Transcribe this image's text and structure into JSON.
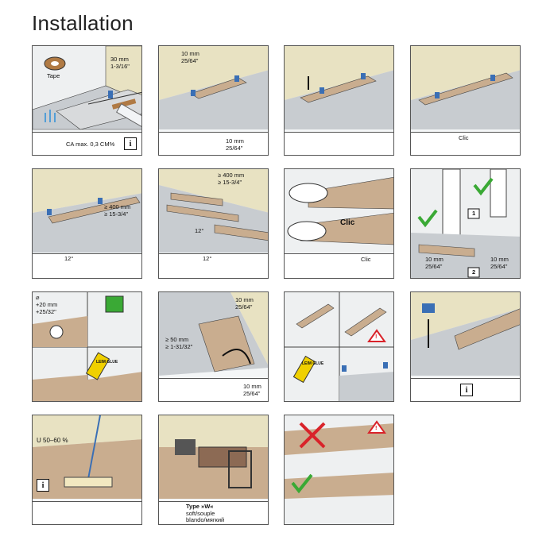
{
  "page": {
    "title": "Installation"
  },
  "panels": {
    "p1": {
      "tape": "Tape",
      "dist1": "30 mm",
      "dist2": "1-3/16\"",
      "ca": "CA max. 0,3 CM%",
      "info": "i"
    },
    "p2": {
      "dist1": "10 mm",
      "dist2": "25/64\"",
      "dist3": "10 mm",
      "dist4": "25/64\""
    },
    "p4": {
      "clic": "Clic"
    },
    "p5": {
      "angle1": "12°",
      "dist1": "≥ 400 mm",
      "dist2": "≥ 15-3/4\""
    },
    "p6": {
      "dist1": "≥ 400 mm",
      "dist2": "≥ 15-3/4\"",
      "angle1": "12°",
      "angle2": "12°"
    },
    "p7": {
      "clic1": "Clic",
      "clic2": "Clic"
    },
    "p8": {
      "num1": "1",
      "num2": "2",
      "dist1": "10 mm",
      "dist2": "25/64\"",
      "dist3": "10 mm",
      "dist4": "25/64\""
    },
    "p9": {
      "d1": "⌀",
      "d2": "+20 mm",
      "d3": "+25/32\"",
      "glue": "LEIM GLUE"
    },
    "p10": {
      "dist1": "10 mm",
      "dist2": "25/64\"",
      "dist3": "≥ 50 mm",
      "dist4": "≥ 1-31/32\"",
      "dist5": "10 mm",
      "dist6": "25/64\""
    },
    "p11": {
      "glue": "LEIM GLUE",
      "warn": "!"
    },
    "p12": {
      "info": "i"
    },
    "p13": {
      "humidity": "U 50–60 %",
      "info": "i"
    },
    "p14": {
      "type": "Type »W«",
      "t1": "soft/souple",
      "t2": "blando/мягкий"
    },
    "p15": {
      "warn": "!"
    }
  },
  "colors": {
    "wood": "#c9ad8f",
    "wall": "#e8e2c2",
    "floor": "#c8ccd0",
    "clip": "#3a6fb5",
    "green": "#3aa935",
    "red": "#d9232a",
    "water": "#2c8ed8"
  }
}
